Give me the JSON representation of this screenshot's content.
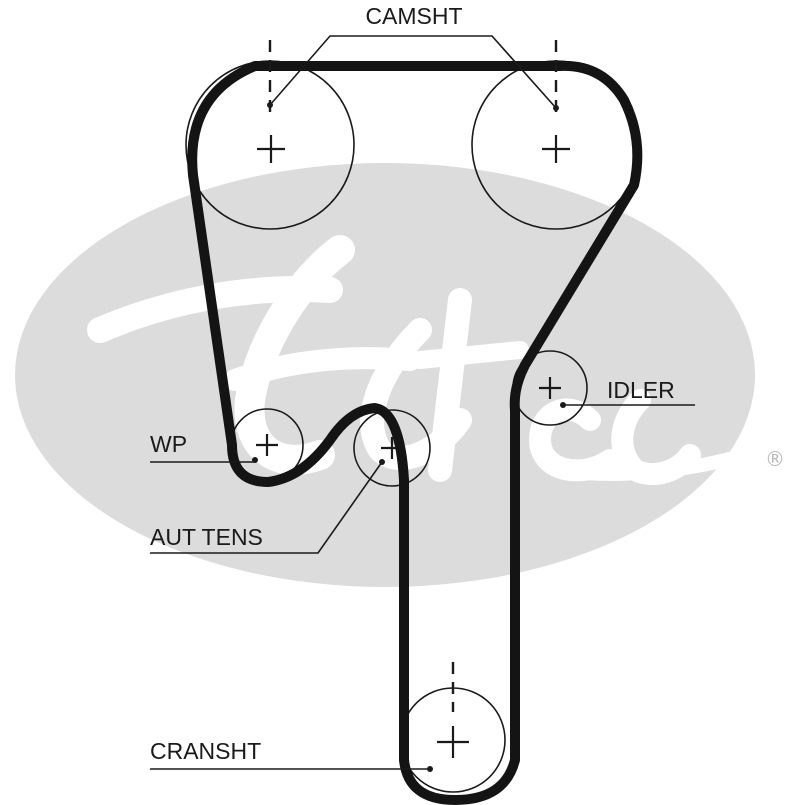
{
  "labels": {
    "camshaft": "CAMSHT",
    "idler": "IDLER",
    "water_pump": "WP",
    "auto_tensioner": "AUT TENS",
    "crankshaft": "CRANSHT"
  },
  "watermark": {
    "registered_symbol": "®"
  },
  "colors": {
    "belt": "#141414",
    "watermark": "#dcdcdc",
    "text": "#1a1a1a"
  }
}
